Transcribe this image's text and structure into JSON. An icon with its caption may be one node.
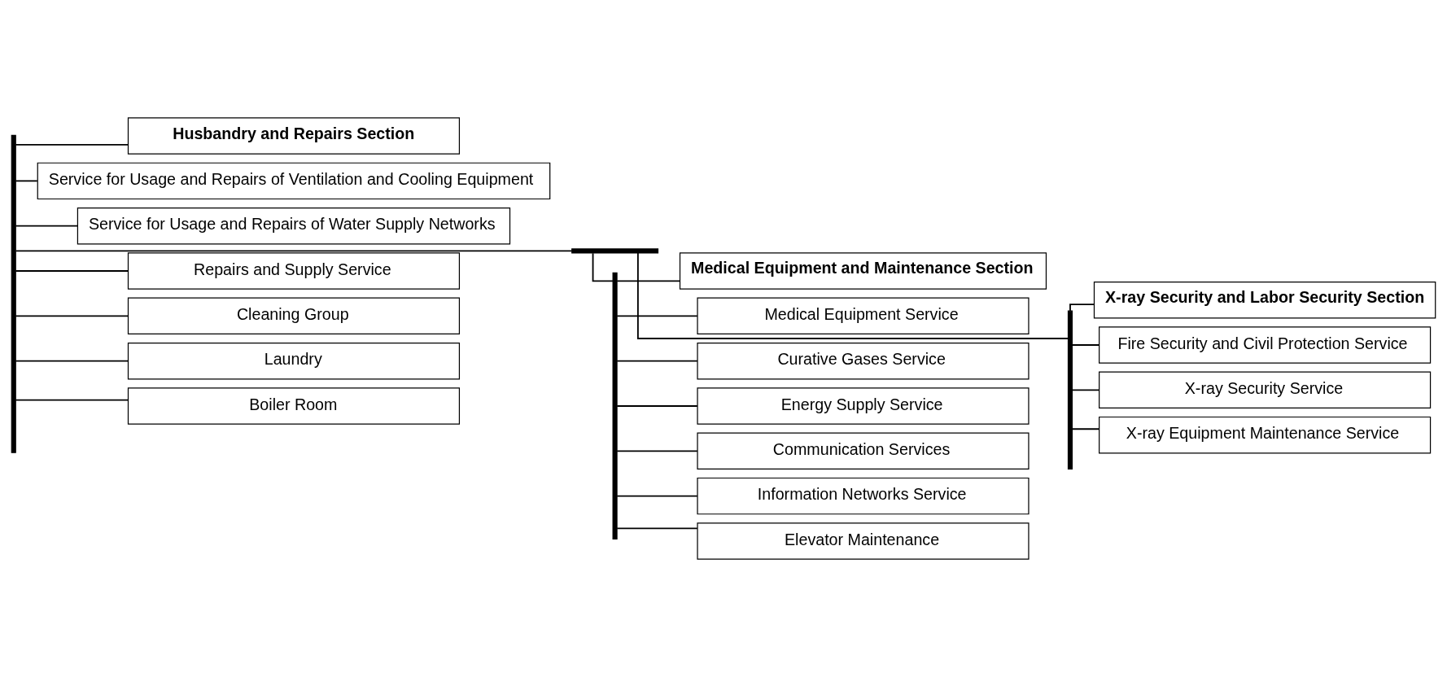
{
  "diagram": {
    "nodes": [
      {
        "text": [],
        "shape": "bar"
      },
      {
        "text": [],
        "shape": "bar"
      },
      {
        "text": [
          "Husbandry and Repairs Section"
        ]
      },
      {
        "text": [
          "Service for Usage and Repairs of Ventilation and Cooling Equipment"
        ]
      },
      {
        "text": [
          "Service for Usage and Repairs of Water Supply Networks"
        ]
      },
      {
        "text": [
          "Repairs and Supply Service"
        ]
      },
      {
        "text": [
          "Cleaning Group"
        ]
      },
      {
        "text": [
          "Laundry"
        ]
      },
      {
        "text": [
          "Boiler Room"
        ]
      },
      {
        "text": [],
        "shape": "bar"
      },
      {
        "text": [
          "Medical Equipment and Maintenance Section"
        ]
      },
      {
        "text": [
          "Medical Equipment Service"
        ]
      },
      {
        "text": [
          "Curative Gases Service"
        ]
      },
      {
        "text": [
          "Energy Supply Service"
        ]
      },
      {
        "text": [
          "Communication Services"
        ]
      },
      {
        "text": [
          "Information Networks Service"
        ]
      },
      {
        "text": [
          "Elevator Maintenance"
        ]
      },
      {
        "text": [],
        "shape": "bar"
      },
      {
        "text": [
          "X-ray Security and Labor Security Section"
        ]
      },
      {
        "text": [
          "Fire Security and Civil Protection Service"
        ]
      },
      {
        "text": [
          "X-ray Security Service"
        ]
      },
      {
        "text": [
          "X-ray Equipment Maintenance Service"
        ]
      }
    ],
    "edges": [
      {
        "from": 0,
        "to": 1,
        "arrow": "none"
      },
      {
        "from": 0,
        "to": 9,
        "arrow": "none"
      },
      {
        "from": 0,
        "to": 17,
        "arrow": "none"
      },
      {
        "from": 1,
        "to": 2,
        "arrow": "none"
      },
      {
        "from": 1,
        "to": 3,
        "arrow": "none"
      },
      {
        "from": 1,
        "to": 4,
        "arrow": "none"
      },
      {
        "from": 1,
        "to": 5,
        "arrow": "none"
      },
      {
        "from": 1,
        "to": 6,
        "arrow": "none"
      },
      {
        "from": 1,
        "to": 7,
        "arrow": "none"
      },
      {
        "from": 1,
        "to": 8,
        "arrow": "none"
      },
      {
        "from": 9,
        "to": 10,
        "arrow": "none"
      },
      {
        "from": 9,
        "to": 11,
        "arrow": "none"
      },
      {
        "from": 9,
        "to": 12,
        "arrow": "none"
      },
      {
        "from": 9,
        "to": 13,
        "arrow": "none"
      },
      {
        "from": 9,
        "to": 14,
        "arrow": "none"
      },
      {
        "from": 9,
        "to": 15,
        "arrow": "none"
      },
      {
        "from": 9,
        "to": 16,
        "arrow": "none"
      },
      {
        "from": 17,
        "to": 18,
        "arrow": "none"
      },
      {
        "from": 17,
        "to": 19,
        "arrow": "none"
      },
      {
        "from": 17,
        "to": 20,
        "arrow": "none"
      },
      {
        "from": 17,
        "to": 21,
        "arrow": "none"
      }
    ]
  }
}
